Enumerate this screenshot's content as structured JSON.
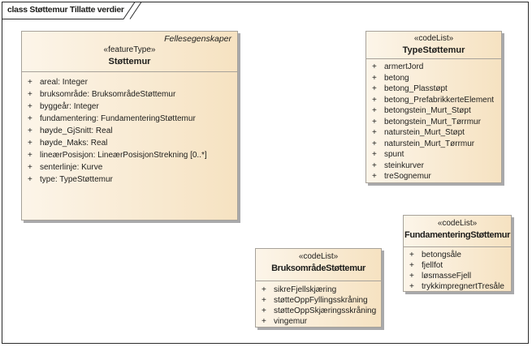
{
  "ui": {
    "visibility_prefix": "+"
  },
  "colors": {
    "fill-left": "#fcf5e9",
    "fill-right": "#f6e2c1",
    "box-border": "#a7a29a",
    "shadow": "#a9a9ab",
    "frame-border": "#2b2b2b",
    "text": "#1d1d1b"
  },
  "frame": {
    "label": "class Støttemur Tillatte verdier"
  },
  "classes": {
    "stottemur": {
      "package": "Fellesegenskaper",
      "stereotype": "«featureType»",
      "name": "Støttemur",
      "attributes": [
        "areal: Integer",
        "bruksområde: BruksområdeStøttemur",
        "byggeår: Integer",
        "fundamentering: FundamenteringStøttemur",
        "høyde_GjSnitt: Real",
        "høyde_Maks: Real",
        "lineærPosisjon: LineærPosisjonStrekning [0..*]",
        "senterlinje: Kurve",
        "type: TypeStøttemur"
      ]
    },
    "type_stottemur": {
      "stereotype": "«codeList»",
      "name": "TypeStøttemur",
      "values": [
        "armertJord",
        "betong",
        "betong_Plasstøpt",
        "betong_PrefabrikkerteElement",
        "betongstein_Murt_Støpt",
        "betongstein_Murt_Tørrmur",
        "naturstein_Murt_Støpt",
        "naturstein_Murt_Tørrmur",
        "spunt",
        "steinkurver",
        "treSognemur"
      ]
    },
    "fundamentering_stottemur": {
      "stereotype": "«codeList»",
      "name": "FundamenteringStøttemur",
      "values": [
        "betongsåle",
        "fjellfot",
        "løsmasseFjell",
        "trykkimpregnertTresåle"
      ]
    },
    "bruksomrade_stottemur": {
      "stereotype": "«codeList»",
      "name": "BruksområdeStøttemur",
      "values": [
        "sikreFjellskjæring",
        "støtteOppFyllingsskråning",
        "støtteOppSkjæringsskråning",
        "vingemur"
      ]
    }
  }
}
